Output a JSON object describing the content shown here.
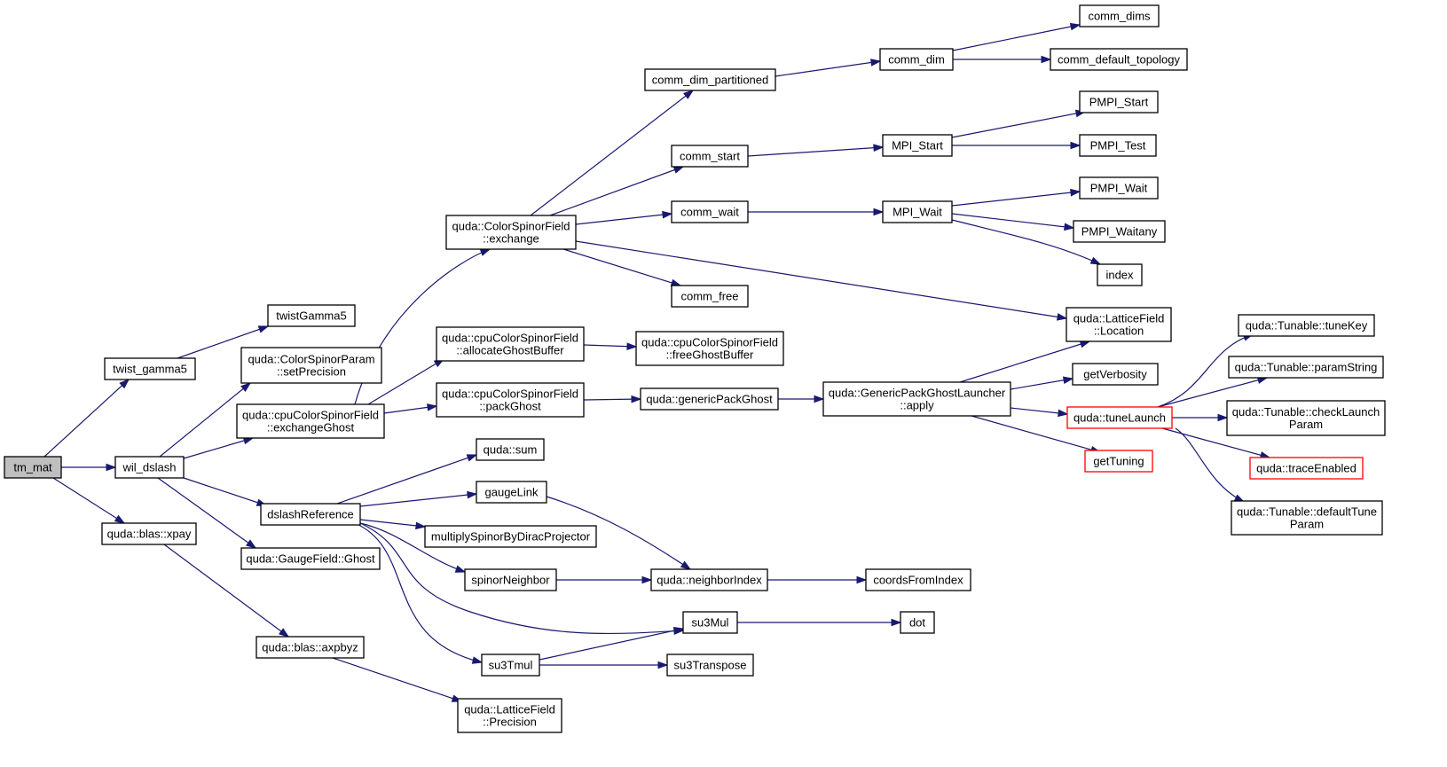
{
  "graph": {
    "nodes": [
      {
        "id": "tm_mat",
        "lines": [
          "tm_mat"
        ],
        "style": "root"
      },
      {
        "id": "twist_gamma5",
        "lines": [
          "twist_gamma5"
        ]
      },
      {
        "id": "wil_dslash",
        "lines": [
          "wil_dslash"
        ]
      },
      {
        "id": "xpay",
        "lines": [
          "quda::blas::xpay"
        ]
      },
      {
        "id": "twistGamma5",
        "lines": [
          "twistGamma5"
        ]
      },
      {
        "id": "setPrecision",
        "lines": [
          "quda::ColorSpinorParam",
          "::setPrecision"
        ]
      },
      {
        "id": "exchangeGhost",
        "lines": [
          "quda::cpuColorSpinorField",
          "::exchangeGhost"
        ]
      },
      {
        "id": "dslashReference",
        "lines": [
          "dslashReference"
        ]
      },
      {
        "id": "gaugeGhost",
        "lines": [
          "quda::GaugeField::Ghost"
        ]
      },
      {
        "id": "axpbyz",
        "lines": [
          "quda::blas::axpbyz"
        ]
      },
      {
        "id": "exchange",
        "lines": [
          "quda::ColorSpinorField",
          "::exchange"
        ]
      },
      {
        "id": "allocateGhostBuffer",
        "lines": [
          "quda::cpuColorSpinorField",
          "::allocateGhostBuffer"
        ]
      },
      {
        "id": "packGhost",
        "lines": [
          "quda::cpuColorSpinorField",
          "::packGhost"
        ]
      },
      {
        "id": "sum",
        "lines": [
          "quda::sum"
        ]
      },
      {
        "id": "gaugeLink",
        "lines": [
          "gaugeLink"
        ]
      },
      {
        "id": "multiplySpinor",
        "lines": [
          "multiplySpinorByDiracProjector"
        ]
      },
      {
        "id": "spinorNeighbor",
        "lines": [
          "spinorNeighbor"
        ]
      },
      {
        "id": "su3Mul",
        "lines": [
          "su3Mul"
        ]
      },
      {
        "id": "su3Tmul",
        "lines": [
          "su3Tmul"
        ]
      },
      {
        "id": "latticePrecision",
        "lines": [
          "quda::LatticeField",
          "::Precision"
        ]
      },
      {
        "id": "comm_dim_partitioned",
        "lines": [
          "comm_dim_partitioned"
        ]
      },
      {
        "id": "comm_start",
        "lines": [
          "comm_start"
        ]
      },
      {
        "id": "comm_wait",
        "lines": [
          "comm_wait"
        ]
      },
      {
        "id": "comm_free",
        "lines": [
          "comm_free"
        ]
      },
      {
        "id": "freeGhostBuffer",
        "lines": [
          "quda::cpuColorSpinorField",
          "::freeGhostBuffer"
        ]
      },
      {
        "id": "genericPackGhost",
        "lines": [
          "quda::genericPackGhost"
        ]
      },
      {
        "id": "neighborIndex",
        "lines": [
          "quda::neighborIndex"
        ]
      },
      {
        "id": "su3Transpose",
        "lines": [
          "su3Transpose"
        ]
      },
      {
        "id": "comm_dim",
        "lines": [
          "comm_dim"
        ]
      },
      {
        "id": "MPI_Start",
        "lines": [
          "MPI_Start"
        ]
      },
      {
        "id": "MPI_Wait",
        "lines": [
          "MPI_Wait"
        ]
      },
      {
        "id": "launcherApply",
        "lines": [
          "quda::GenericPackGhostLauncher",
          "::apply"
        ]
      },
      {
        "id": "coordsFromIndex",
        "lines": [
          "coordsFromIndex"
        ]
      },
      {
        "id": "dot",
        "lines": [
          "dot"
        ]
      },
      {
        "id": "comm_dims",
        "lines": [
          "comm_dims"
        ]
      },
      {
        "id": "comm_default_topology",
        "lines": [
          "comm_default_topology"
        ]
      },
      {
        "id": "PMPI_Start",
        "lines": [
          "PMPI_Start"
        ]
      },
      {
        "id": "PMPI_Test",
        "lines": [
          "PMPI_Test"
        ]
      },
      {
        "id": "PMPI_Wait",
        "lines": [
          "PMPI_Wait"
        ]
      },
      {
        "id": "PMPI_Waitany",
        "lines": [
          "PMPI_Waitany"
        ]
      },
      {
        "id": "index",
        "lines": [
          "index"
        ]
      },
      {
        "id": "latticeLocation",
        "lines": [
          "quda::LatticeField",
          "::Location"
        ]
      },
      {
        "id": "getVerbosity",
        "lines": [
          "getVerbosity"
        ]
      },
      {
        "id": "tuneLaunch",
        "lines": [
          "quda::tuneLaunch"
        ],
        "style": "red"
      },
      {
        "id": "getTuning",
        "lines": [
          "getTuning"
        ],
        "style": "red"
      },
      {
        "id": "tuneKey",
        "lines": [
          "quda::Tunable::tuneKey"
        ]
      },
      {
        "id": "paramString",
        "lines": [
          "quda::Tunable::paramString"
        ]
      },
      {
        "id": "checkLaunchParam",
        "lines": [
          "quda::Tunable::checkLaunch",
          "Param"
        ]
      },
      {
        "id": "traceEnabled",
        "lines": [
          "quda::traceEnabled"
        ],
        "style": "red"
      },
      {
        "id": "defaultTuneParam",
        "lines": [
          "quda::Tunable::defaultTune",
          "Param"
        ]
      }
    ],
    "edges": [
      [
        "tm_mat",
        "twist_gamma5"
      ],
      [
        "tm_mat",
        "wil_dslash"
      ],
      [
        "tm_mat",
        "xpay"
      ],
      [
        "twist_gamma5",
        "twistGamma5"
      ],
      [
        "wil_dslash",
        "setPrecision"
      ],
      [
        "wil_dslash",
        "exchangeGhost"
      ],
      [
        "wil_dslash",
        "dslashReference"
      ],
      [
        "wil_dslash",
        "gaugeGhost"
      ],
      [
        "xpay",
        "axpbyz"
      ],
      [
        "axpbyz",
        "latticePrecision"
      ],
      [
        "exchangeGhost",
        "exchange"
      ],
      [
        "exchangeGhost",
        "allocateGhostBuffer"
      ],
      [
        "exchangeGhost",
        "packGhost"
      ],
      [
        "exchange",
        "comm_dim_partitioned"
      ],
      [
        "exchange",
        "comm_start"
      ],
      [
        "exchange",
        "comm_wait"
      ],
      [
        "exchange",
        "comm_free"
      ],
      [
        "exchange",
        "latticeLocation"
      ],
      [
        "allocateGhostBuffer",
        "freeGhostBuffer"
      ],
      [
        "packGhost",
        "genericPackGhost"
      ],
      [
        "genericPackGhost",
        "launcherApply"
      ],
      [
        "launcherApply",
        "latticeLocation"
      ],
      [
        "launcherApply",
        "getVerbosity"
      ],
      [
        "launcherApply",
        "tuneLaunch"
      ],
      [
        "launcherApply",
        "getTuning"
      ],
      [
        "tuneLaunch",
        "tuneKey"
      ],
      [
        "tuneLaunch",
        "paramString"
      ],
      [
        "tuneLaunch",
        "checkLaunchParam"
      ],
      [
        "tuneLaunch",
        "traceEnabled"
      ],
      [
        "tuneLaunch",
        "defaultTuneParam"
      ],
      [
        "comm_dim_partitioned",
        "comm_dim"
      ],
      [
        "comm_dim",
        "comm_dims"
      ],
      [
        "comm_dim",
        "comm_default_topology"
      ],
      [
        "comm_start",
        "MPI_Start"
      ],
      [
        "MPI_Start",
        "PMPI_Start"
      ],
      [
        "MPI_Start",
        "PMPI_Test"
      ],
      [
        "comm_wait",
        "MPI_Wait"
      ],
      [
        "MPI_Wait",
        "PMPI_Wait"
      ],
      [
        "MPI_Wait",
        "PMPI_Waitany"
      ],
      [
        "MPI_Wait",
        "index"
      ],
      [
        "dslashReference",
        "sum"
      ],
      [
        "dslashReference",
        "gaugeLink"
      ],
      [
        "dslashReference",
        "multiplySpinor"
      ],
      [
        "dslashReference",
        "spinorNeighbor"
      ],
      [
        "dslashReference",
        "su3Mul"
      ],
      [
        "dslashReference",
        "su3Tmul"
      ],
      [
        "gaugeLink",
        "neighborIndex"
      ],
      [
        "spinorNeighbor",
        "neighborIndex"
      ],
      [
        "neighborIndex",
        "coordsFromIndex"
      ],
      [
        "su3Mul",
        "dot"
      ],
      [
        "su3Tmul",
        "su3Mul"
      ],
      [
        "su3Tmul",
        "su3Transpose"
      ]
    ]
  }
}
